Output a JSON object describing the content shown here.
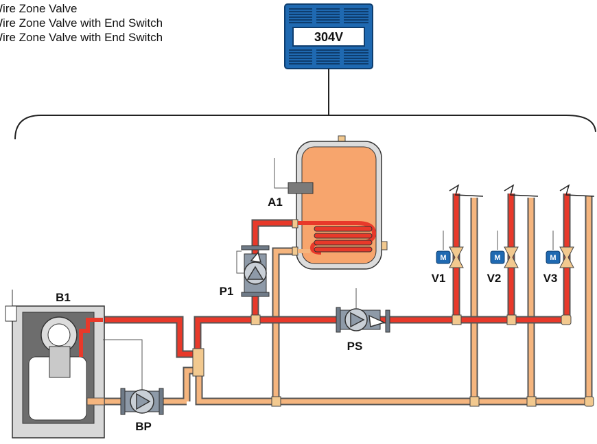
{
  "legend": {
    "items": [
      "Wire Zone Valve",
      "Wire Zone Valve with End Switch",
      "Wire Zone Valve with End Switch"
    ]
  },
  "controller": {
    "label": "304V"
  },
  "components": {
    "boiler": "B1",
    "boiler_pump": "BP",
    "indirect_tank_sensor": "A1",
    "dhw_pump": "P1",
    "system_pump": "PS",
    "valve_1": "V1",
    "valve_2": "V2",
    "valve_3": "V3",
    "motor_symbol": "M"
  },
  "colors": {
    "supply": "#e8392a",
    "return": "#f5b57e",
    "tank_fill": "#f7a56d",
    "controller": "#1f69b1",
    "motor_badge": "#1f69b1"
  }
}
